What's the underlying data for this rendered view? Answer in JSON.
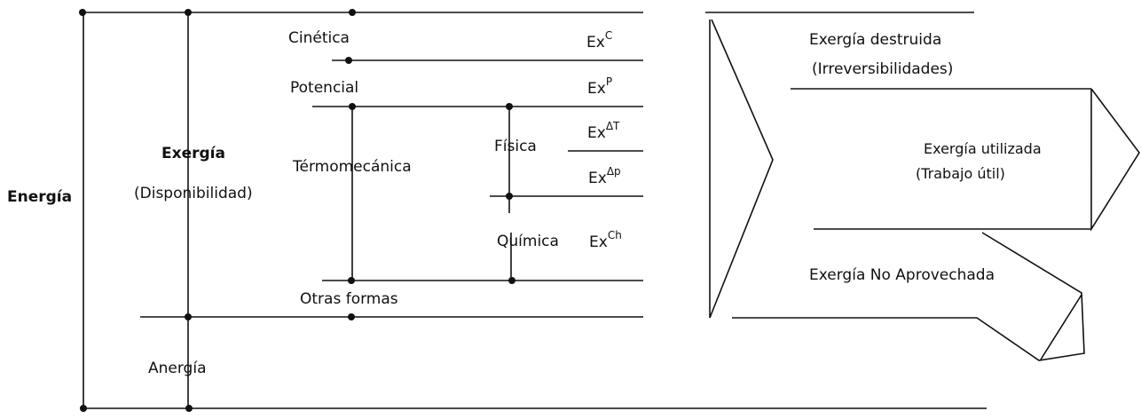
{
  "left": {
    "energia": "Energía",
    "exergia": "Exergía",
    "disponibilidad": "(Disponibilidad)",
    "anergia": "Anergía",
    "cinetica": "Cinética",
    "potencial": "Potencial",
    "termomecanica": "Térmomecánica",
    "fisica": "Física",
    "quimica": "Química",
    "otras_formas": "Otras formas",
    "ex_base": "Ex",
    "ex_c": "C",
    "ex_p": "P",
    "ex_dt": "ΔT",
    "ex_dp": "Δp",
    "ex_ch": "Ch"
  },
  "right": {
    "destruida": "Exergía destruida",
    "irreversibilidades": "(Irreversibilidades)",
    "utilizada": "Exergía utilizada",
    "trabajo_util": "(Trabajo útil)",
    "no_aprovechada": "Exergía  No Aprovechada"
  },
  "colors": {
    "ink": "#111111",
    "background": "#ffffff"
  }
}
